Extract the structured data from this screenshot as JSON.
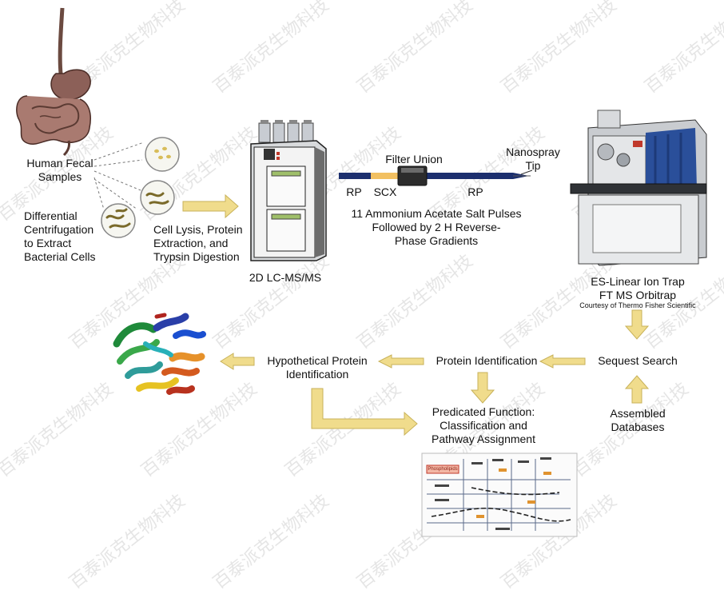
{
  "labels": {
    "fecal": "Human Fecal\nSamples",
    "centrifugation": "Differential\nCentrifugation\nto Extract\nBacterial Cells",
    "lysis": "Cell Lysis, Protein\nExtraction, and\nTrypsin Digestion",
    "lcms": "2D LC-MS/MS",
    "filter_union": "Filter Union",
    "nanospray": "Nanospray\nTip",
    "rp1": "RP",
    "scx": "SCX",
    "rp2": "RP",
    "salt_pulses": "11 Ammonium Acetate Salt Pulses\nFollowed by 2 H Reverse-\nPhase Gradients",
    "instrument": "ES-Linear Ion Trap\nFT MS Orbitrap",
    "courtesy": "Courtesy of Thermo Fisher Scientific",
    "sequest": "Sequest Search",
    "protein_id": "Protein Identification",
    "hypothetical": "Hypothetical Protein\nIdentification",
    "predicted": "Predicated Function:\nClassification and\nPathway Assignment",
    "databases": "Assembled\nDatabases",
    "pathway_box": "Phospholipids"
  },
  "watermark": "百泰派克生物科技",
  "colors": {
    "arrow": "#f0dc8c",
    "arrow_stroke": "#c8b25a",
    "column": "#1c2f6e",
    "scx_band": "#f2c061",
    "instrument_blue": "#2a4f9a"
  }
}
